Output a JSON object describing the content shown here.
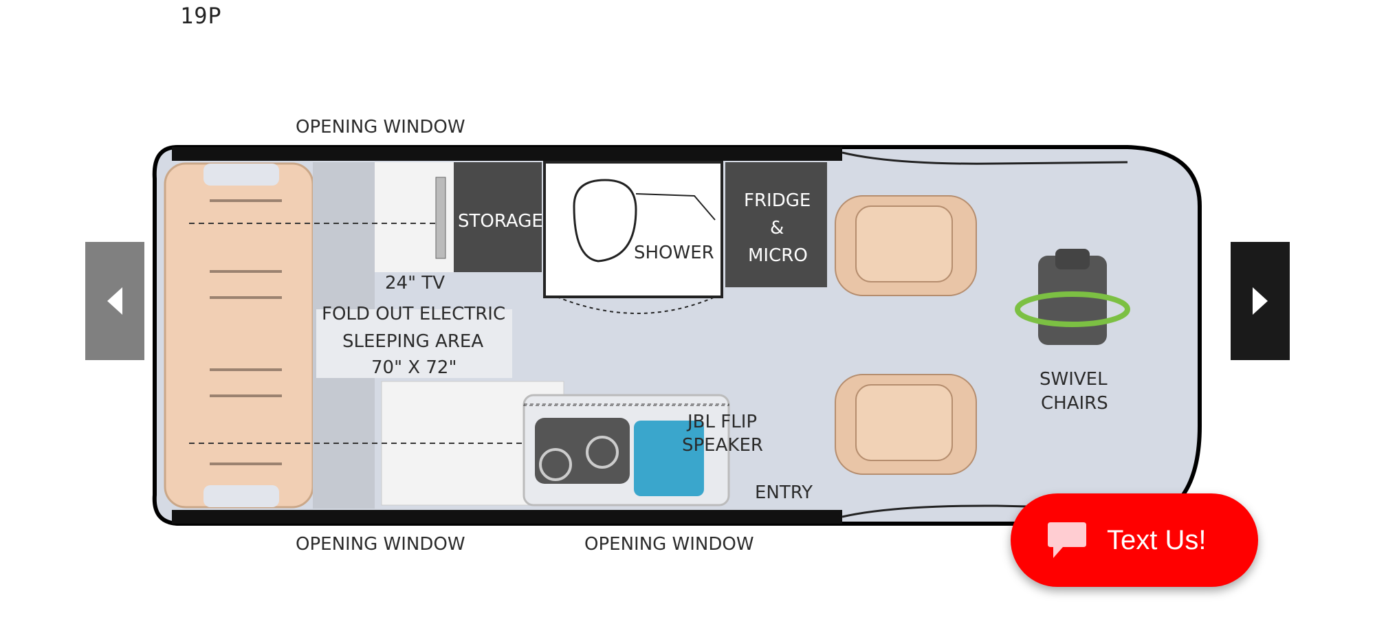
{
  "header": {
    "model_code": "19P"
  },
  "floorplan": {
    "labels": {
      "opening_window_top": "OPENING WINDOW",
      "opening_window_bottom_left": "OPENING WINDOW",
      "opening_window_bottom_right": "OPENING WINDOW",
      "storage": "STORAGE",
      "tv": "24\" TV",
      "shower": "SHOWER",
      "fridge_line1": "FRIDGE",
      "fridge_line2": "&",
      "fridge_line3": "MICRO",
      "sleeping_line1": "FOLD OUT ELECTRIC",
      "sleeping_line2": "SLEEPING AREA",
      "sleeping_line3": "70\" X 72\"",
      "speaker_line1": "JBL FLIP",
      "speaker_line2": "SPEAKER",
      "entry": "ENTRY",
      "swivel_line1": "SWIVEL",
      "swivel_line2": "CHAIRS"
    }
  },
  "carousel": {
    "prev_icon": "chevron-left-icon",
    "next_icon": "chevron-right-icon"
  },
  "chat_widget": {
    "label": "Text Us!",
    "icon": "chat-bubble-icon",
    "color": "#ff0000"
  },
  "colors": {
    "van_body": "#d5dae4",
    "bed": "#f1cfb4",
    "cabinet": "#4a4a4a",
    "accent_green": "#7cc043",
    "sink": "#3aa6cc"
  }
}
